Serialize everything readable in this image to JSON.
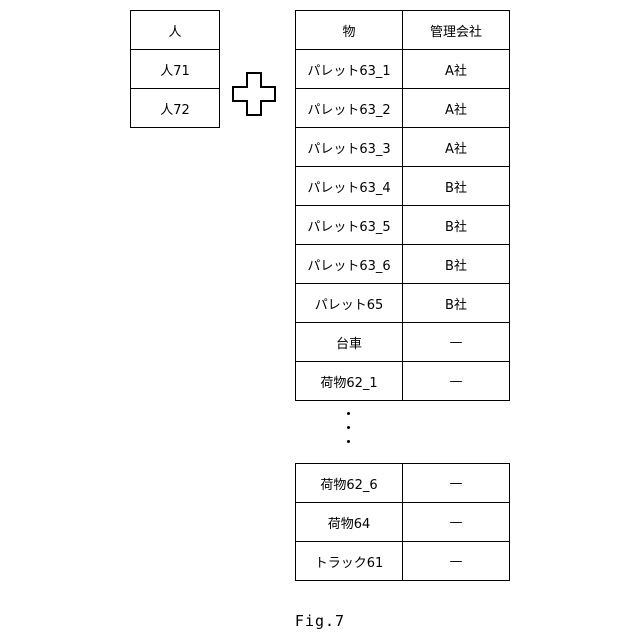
{
  "people": {
    "header": "人",
    "rows": [
      "人71",
      "人72"
    ]
  },
  "things": {
    "headers": [
      "物",
      "管理会社"
    ],
    "rows_top": [
      [
        "パレット63_1",
        "A社"
      ],
      [
        "パレット63_2",
        "A社"
      ],
      [
        "パレット63_3",
        "A社"
      ],
      [
        "パレット63_4",
        "B社"
      ],
      [
        "パレット63_5",
        "B社"
      ],
      [
        "パレット63_6",
        "B社"
      ],
      [
        "パレット65",
        "B社"
      ],
      [
        "台車",
        "—"
      ],
      [
        "荷物62_1",
        "—"
      ]
    ],
    "rows_bottom": [
      [
        "荷物62_6",
        "—"
      ],
      [
        "荷物64",
        "—"
      ],
      [
        "トラック61",
        "—"
      ]
    ]
  },
  "plus_icon": "plus-sign",
  "caption": "Fig.7"
}
